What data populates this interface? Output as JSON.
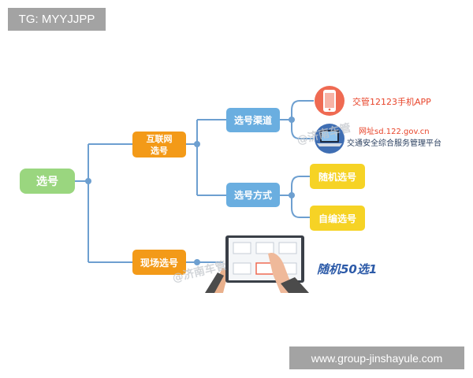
{
  "corner_tag": "TG: MYYJJPP",
  "website": "www.group-jinshayule.com",
  "watermark": "@济南车管",
  "nodes": {
    "root": "选号",
    "internet_line1": "互联网",
    "internet_line2": "选号",
    "onsite": "现场选号",
    "channel": "选号渠道",
    "method": "选号方式",
    "random": "随机选号",
    "custom": "自编选号"
  },
  "channels": {
    "app": "交管12123手机APP",
    "website_line1": "网址sd.122.gov.cn",
    "website_line2": "交通安全综合服务管理平台"
  },
  "onsite_label": "随机50选1",
  "colors": {
    "root": "#9ad67f",
    "orange": "#f39a18",
    "blue": "#6aaee0",
    "yellow": "#f6d325",
    "line": "#6d9fd0",
    "phone_circle": "#ef6a52",
    "laptop_circle": "#3f6eb3",
    "channel_text": "#e8442a",
    "onsite_text": "#2c5aa8"
  }
}
